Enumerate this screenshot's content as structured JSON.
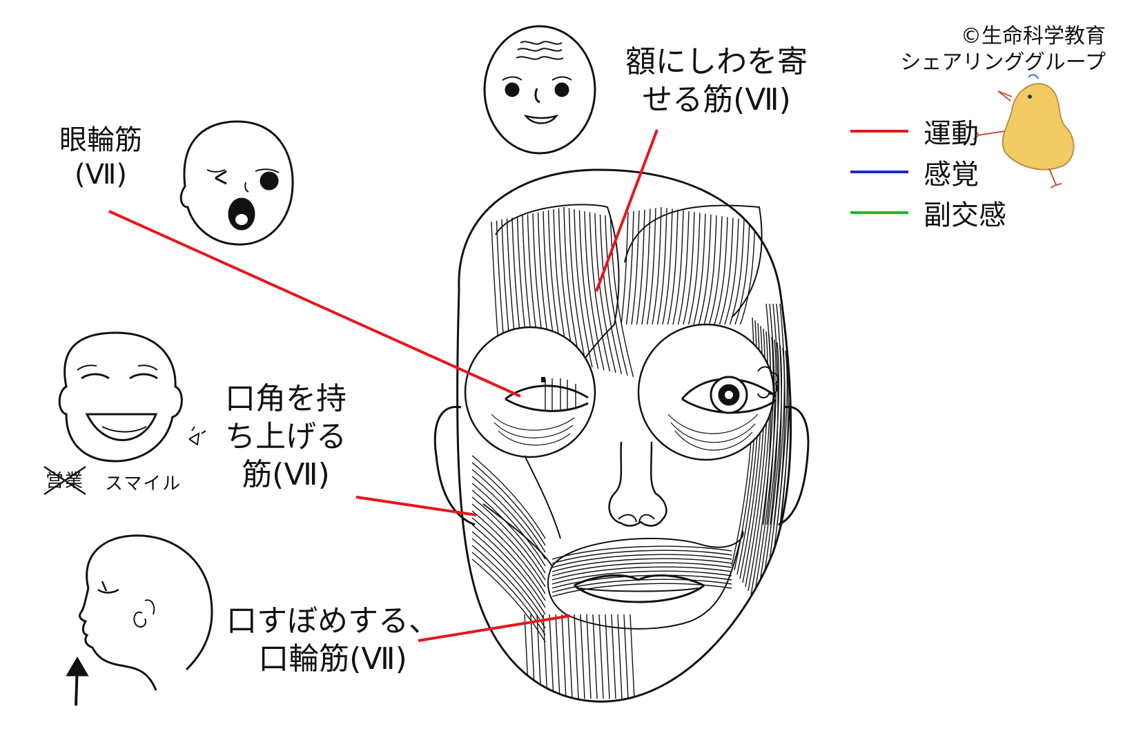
{
  "labels": {
    "frontalis": [
      "額にしわを寄",
      "せる筋(Ⅶ)"
    ],
    "orbicularis_oculi": [
      "眼輪筋",
      "(Ⅶ)"
    ],
    "levator": [
      "口角を持",
      "ち上げる",
      "筋(Ⅶ)"
    ],
    "orbicularis_oris": [
      "口すぼめする、",
      "口輪筋(Ⅶ)"
    ]
  },
  "copyright": [
    "©生命科学教育",
    "シェアリンググループ"
  ],
  "legend": [
    {
      "label": "運動",
      "color": "#e8141b"
    },
    {
      "label": "感覚",
      "color": "#1a26d6"
    },
    {
      "label": "副交感",
      "color": "#1db82a"
    }
  ],
  "smile_caption": {
    "crossed": "営業",
    "text": "スマイル"
  },
  "colors": {
    "leader": "#e8141b",
    "ink": "#111111",
    "chick": "#f2c24a"
  }
}
